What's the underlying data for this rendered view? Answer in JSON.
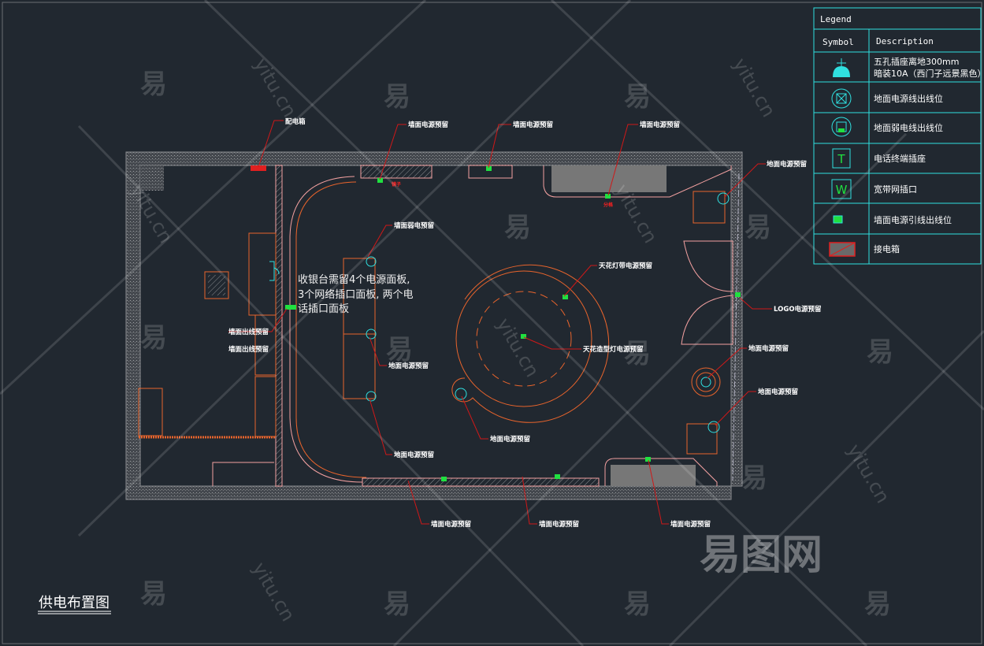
{
  "drawing": {
    "title": "供电布置图",
    "note_lines": [
      "收银台需留4个电源面板,",
      "3个网络插口面板, 两个电",
      "话插口面板"
    ],
    "callouts": {
      "distribution_box": "配电箱",
      "wall_power_top_1": "墙面电源预留",
      "wall_power_top_2": "墙面电源预留",
      "wall_power_top_3": "墙面电源预留",
      "floor_power_right_top": "地面电源预留",
      "wall_weak_current": "墙面弱电预留",
      "ceiling_strip_light": "天花灯带电源预留",
      "logo_power": "LOGO电源预留",
      "wall_outlet_1": "墙面出线预留",
      "wall_outlet_2": "墙面出线预留",
      "ceiling_feature_light": "天花造型灯电源预留",
      "floor_power_right_mid": "地面电源预留",
      "floor_power_center": "地面电源预留",
      "floor_power_right_low": "地面电源预留",
      "floor_power_ring": "地面电源预留",
      "floor_power_lower": "地面电源预留",
      "wall_power_bottom_1": "墙面电源预留",
      "wall_power_bottom_2": "墙面电源预留",
      "wall_power_bottom_3": "墙面电源预留"
    },
    "small_labels": {
      "mirror": "镜子",
      "cabinet": "分格"
    }
  },
  "legend": {
    "title": "Legend",
    "col_symbol": "Symbol",
    "col_description": "Description",
    "rows": [
      {
        "icon": "five-hole-socket-icon",
        "line1": "五孔插座离地300mm",
        "line2": "暗装10A（西门子远景黑色）"
      },
      {
        "icon": "floor-power-outlet-icon",
        "line1": "地面电源线出线位"
      },
      {
        "icon": "floor-weak-current-outlet-icon",
        "line1": "地面弱电线出线位"
      },
      {
        "icon": "telephone-socket-icon",
        "symbol": "T",
        "line1": "电话终端插座"
      },
      {
        "icon": "broadband-socket-icon",
        "symbol": "W",
        "line1": "宽带网插口"
      },
      {
        "icon": "wall-power-outlet-icon",
        "line1": "墙面电源引线出线位"
      },
      {
        "icon": "distribution-box-icon",
        "line1": "接电箱"
      }
    ]
  },
  "watermark": {
    "logo": "易图网",
    "char": "易",
    "site": "yitu.cn"
  },
  "colors": {
    "background": "#212830",
    "legend_border": "#30e0e0",
    "leader": "#d01818",
    "furniture": "#e8642c",
    "outlet": "#20e040"
  }
}
